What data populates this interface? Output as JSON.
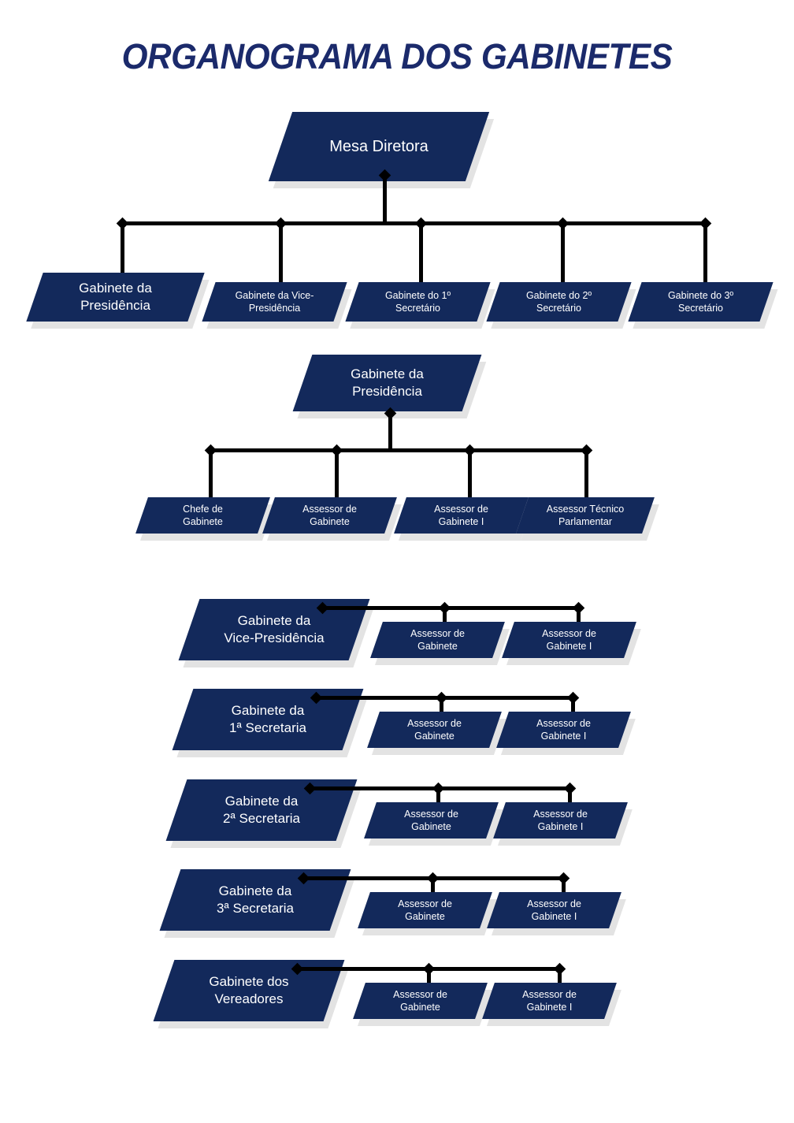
{
  "title": "ORGANOGRAMA DOS GABINETES",
  "colors": {
    "title": "#1b2a6b",
    "node_fill": "#13295b",
    "node_text": "#ffffff",
    "shadow": "#e3e3e3",
    "connector": "#000000",
    "background": "#ffffff"
  },
  "level1": {
    "root": "Mesa Diretora"
  },
  "level2": {
    "items": [
      {
        "label": "Gabinete da\nPresidência"
      },
      {
        "label": "Gabinete da Vice-\nPresidência"
      },
      {
        "label": "Gabinete do 1º\nSecretário"
      },
      {
        "label": "Gabinete do 2º\nSecretário"
      },
      {
        "label": "Gabinete do 3º\nSecretário"
      }
    ]
  },
  "presidencia": {
    "root": "Gabinete da\nPresidência",
    "children": [
      {
        "label": "Chefe de\nGabinete"
      },
      {
        "label": "Assessor de\nGabinete"
      },
      {
        "label": "Assessor de\nGabinete I"
      },
      {
        "label": "Assessor Técnico\nParlamentar"
      }
    ]
  },
  "branches": [
    {
      "root": "Gabinete da\nVice-Presidência",
      "children": [
        {
          "label": "Assessor de\nGabinete"
        },
        {
          "label": "Assessor de\nGabinete I"
        }
      ]
    },
    {
      "root": "Gabinete da\n1ª Secretaria",
      "children": [
        {
          "label": "Assessor de\nGabinete"
        },
        {
          "label": "Assessor de\nGabinete I"
        }
      ]
    },
    {
      "root": "Gabinete da\n2ª Secretaria",
      "children": [
        {
          "label": "Assessor de\nGabinete"
        },
        {
          "label": "Assessor de\nGabinete I"
        }
      ]
    },
    {
      "root": "Gabinete da\n3ª Secretaria",
      "children": [
        {
          "label": "Assessor de\nGabinete"
        },
        {
          "label": "Assessor de\nGabinete I"
        }
      ]
    },
    {
      "root": "Gabinete dos\nVereadores",
      "children": [
        {
          "label": "Assessor de\nGabinete"
        },
        {
          "label": "Assessor de\nGabinete I"
        }
      ]
    }
  ]
}
